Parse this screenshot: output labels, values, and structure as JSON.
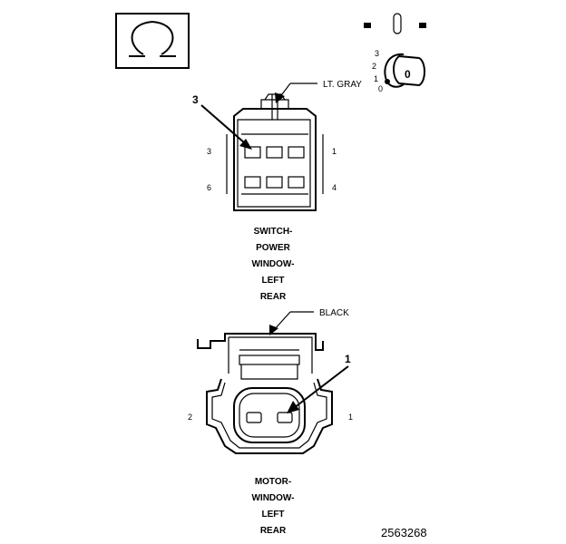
{
  "icons": {
    "ground_symbol": "omega-terminal-icon",
    "ignition_switch": "ignition-key-run-icon"
  },
  "ignition": {
    "positions": [
      "3",
      "2",
      "1",
      "0"
    ],
    "key_label": "0"
  },
  "switch_connector": {
    "color_label": "LT. GRAY",
    "callout_number": "3",
    "pins": {
      "top_left": "3",
      "top_right": "1",
      "bottom_left": "6",
      "bottom_right": "4"
    },
    "name_lines": [
      "SWITCH-",
      "POWER",
      "WINDOW-",
      "LEFT",
      "REAR"
    ]
  },
  "motor_connector": {
    "color_label": "BLACK",
    "callout_number": "1",
    "pins": {
      "left": "2",
      "right": "1"
    },
    "name_lines": [
      "MOTOR-",
      "WINDOW-",
      "LEFT",
      "REAR"
    ]
  },
  "figure_number": "2563268"
}
